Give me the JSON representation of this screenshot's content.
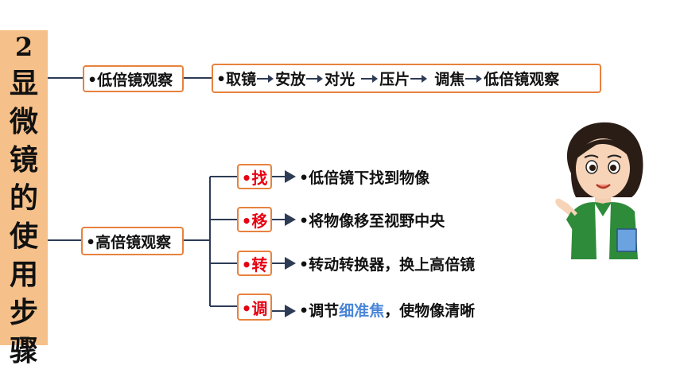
{
  "sidebar": {
    "number": "2",
    "title": "显\n微\n镜\n的\n使\n用\n步\n骤"
  },
  "low": {
    "label": "•低倍镜观察",
    "sequence": [
      "•取镜",
      "安放",
      "对光",
      "压片",
      "调焦",
      "低倍镜观察"
    ]
  },
  "high": {
    "label": "•高倍镜观察",
    "steps": [
      {
        "key": "•找",
        "text": "•低倍镜下找到物像"
      },
      {
        "key": "•移",
        "text": "•将物像移至视野中央"
      },
      {
        "key": "•转",
        "text": "•转动转换器，换上高倍镜"
      },
      {
        "key": "•调",
        "text_before": "•调节",
        "text_highlight": "细准焦",
        "text_after": "，使物像清晰"
      }
    ]
  },
  "colors": {
    "box_border": "#e8823e",
    "key_text": "#e60012",
    "highlight": "#4a86d8",
    "sidebar_bg": "#f5c08a",
    "connector": "#2d3b55"
  }
}
